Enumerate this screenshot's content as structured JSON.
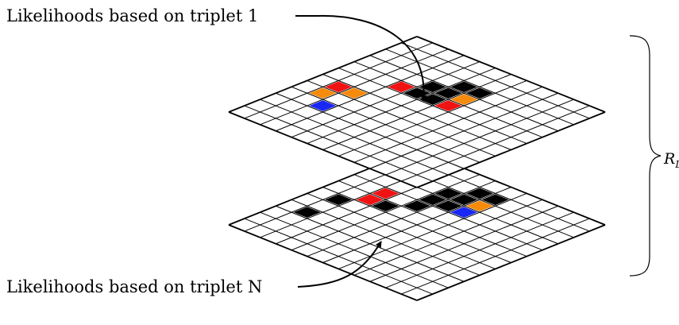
{
  "labels": {
    "top": "Likelihoods based on triplet 1",
    "bottom": "Likelihoods based on triplet N",
    "brace_main": "R",
    "brace_sub": "L"
  },
  "grid": {
    "cells_per_side": 12
  },
  "colors": {
    "black": "#000000",
    "orange": "#f58a0b",
    "red": "#f01313",
    "blue": "#1a28f5",
    "grid_line": "#000000",
    "background": "#ffffff"
  },
  "layers": [
    {
      "name": "triplet-1-layer",
      "cells": [
        {
          "i": 5,
          "j": 9,
          "color": "black"
        },
        {
          "i": 6,
          "j": 9,
          "color": "black"
        },
        {
          "i": 5,
          "j": 8,
          "color": "black"
        },
        {
          "i": 4,
          "j": 8,
          "color": "black"
        },
        {
          "i": 6,
          "j": 8,
          "color": "orange"
        },
        {
          "i": 4,
          "j": 7,
          "color": "black"
        },
        {
          "i": 5,
          "j": 7,
          "color": "black"
        },
        {
          "i": 6,
          "j": 7,
          "color": "red"
        },
        {
          "i": 3,
          "j": 7,
          "color": "red"
        },
        {
          "i": 2,
          "j": 5,
          "color": "orange"
        },
        {
          "i": 1,
          "j": 5,
          "color": "red"
        },
        {
          "i": 1,
          "j": 4,
          "color": "orange"
        },
        {
          "i": 2,
          "j": 3,
          "color": "blue"
        }
      ]
    },
    {
      "name": "triplet-n-layer",
      "cells": [
        {
          "i": 5,
          "j": 10,
          "color": "black"
        },
        {
          "i": 6,
          "j": 10,
          "color": "black"
        },
        {
          "i": 4,
          "j": 9,
          "color": "black"
        },
        {
          "i": 5,
          "j": 9,
          "color": "black"
        },
        {
          "i": 6,
          "j": 9,
          "color": "orange"
        },
        {
          "i": 4,
          "j": 8,
          "color": "black"
        },
        {
          "i": 5,
          "j": 8,
          "color": "black"
        },
        {
          "i": 6,
          "j": 8,
          "color": "blue"
        },
        {
          "i": 4,
          "j": 7,
          "color": "black"
        },
        {
          "i": 3,
          "j": 6,
          "color": "black"
        },
        {
          "i": 2,
          "j": 7,
          "color": "red"
        },
        {
          "i": 2,
          "j": 6,
          "color": "red"
        },
        {
          "i": 1,
          "j": 5,
          "color": "black"
        },
        {
          "i": 1,
          "j": 3,
          "color": "black"
        }
      ]
    }
  ]
}
